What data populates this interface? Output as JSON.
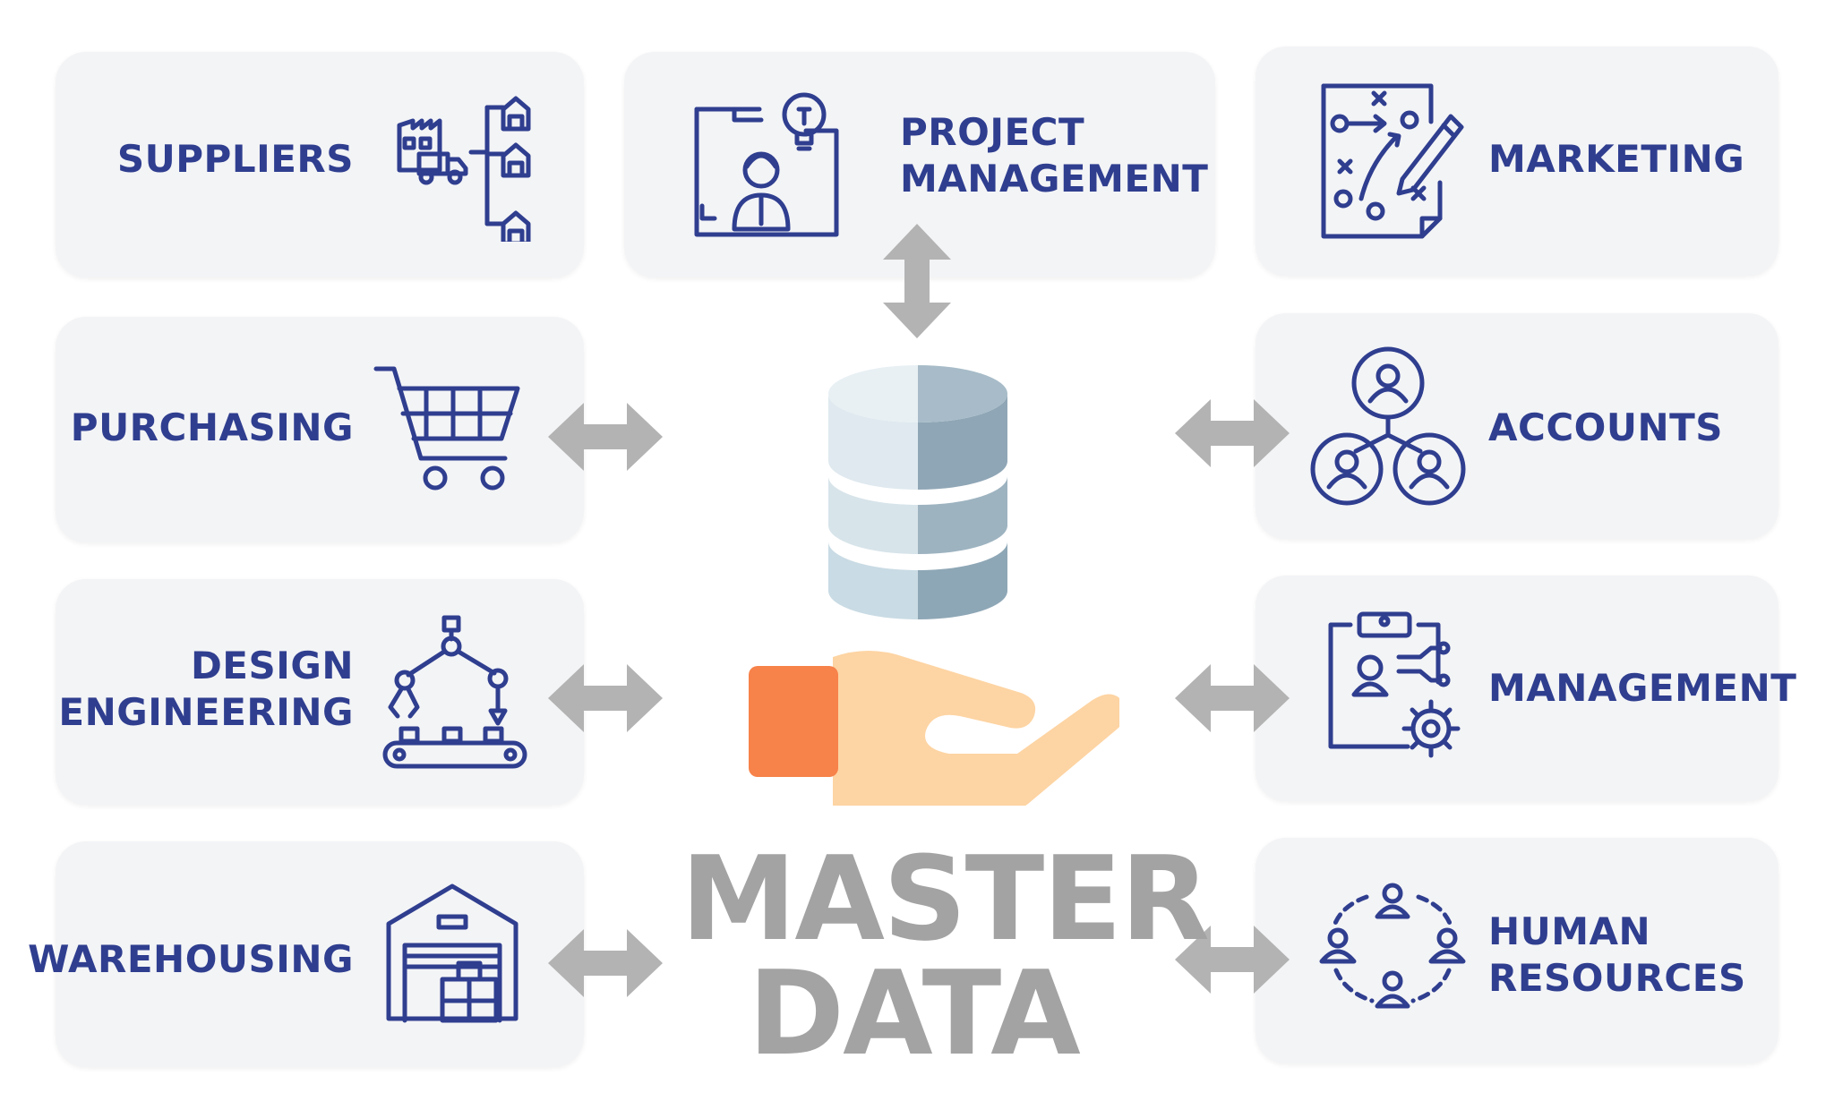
{
  "colors": {
    "card_bg": "#f3f4f6",
    "label": "#2f3e8f",
    "icon_stroke": "#2f3e8f",
    "arrow": "#b3b3b3",
    "title": "#a3a3a3",
    "db_light": "#dfe9ef",
    "db_dark": "#8fa6b6",
    "hand": "#fdd4a3",
    "cuff": "#f7824a"
  },
  "title": {
    "line1": "MASTER",
    "line2": "DATA"
  },
  "departments": {
    "suppliers": {
      "label": "SUPPLIERS",
      "icon": "supply-chain-icon"
    },
    "project_management": {
      "line1": "PROJECT",
      "line2": "MANAGEMENT",
      "icon": "project-presentation-icon"
    },
    "marketing": {
      "label": "MARKETING",
      "icon": "strategy-board-icon"
    },
    "purchasing": {
      "label": "PURCHASING",
      "icon": "shopping-cart-icon"
    },
    "accounts": {
      "label": "ACCOUNTS",
      "icon": "user-accounts-icon"
    },
    "design_engineering": {
      "line1": "DESIGN",
      "line2": "ENGINEERING",
      "icon": "robotic-arm-icon"
    },
    "management": {
      "label": "MANAGEMENT",
      "icon": "clipboard-gear-icon"
    },
    "warehousing": {
      "label": "WAREHOUSING",
      "icon": "warehouse-icon"
    },
    "human_resources": {
      "line1": "HUMAN",
      "line2": "RESOURCES",
      "icon": "team-network-icon"
    }
  }
}
